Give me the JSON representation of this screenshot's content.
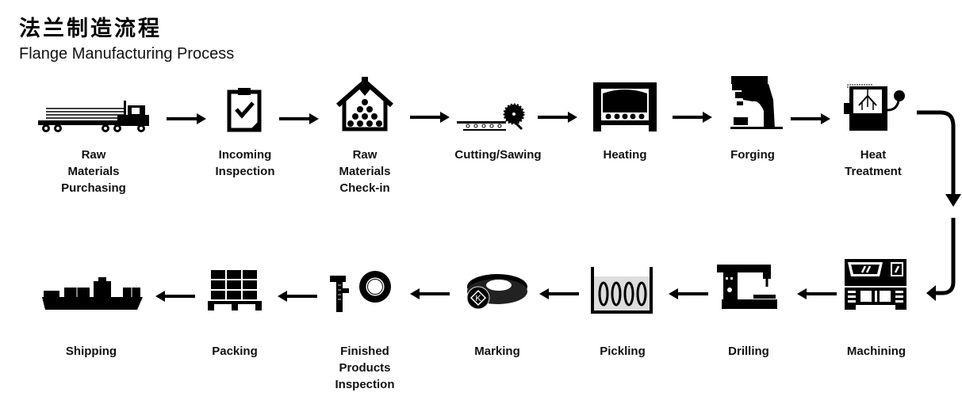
{
  "title_cn": "法兰制造流程",
  "title_en": "Flange Manufacturing  Process",
  "row1": [
    {
      "label": "Raw\nMaterials\nPurchasing",
      "icon": "truck-icon"
    },
    {
      "label": "Incoming\nInspection",
      "icon": "clipboard-check-icon"
    },
    {
      "label": "Raw\nMaterials\nCheck-in",
      "icon": "warehouse-icon"
    },
    {
      "label": "Cutting/Sawing",
      "icon": "saw-icon"
    },
    {
      "label": "Heating",
      "icon": "furnace-icon"
    },
    {
      "label": "Forging",
      "icon": "forging-press-icon"
    },
    {
      "label": "Heat\nTreatment",
      "icon": "heat-treatment-furnace-icon"
    }
  ],
  "row2": [
    {
      "label": "Shipping",
      "icon": "cargo-ship-icon"
    },
    {
      "label": "Packing",
      "icon": "pallet-icon"
    },
    {
      "label": "Finished\nProducts\nInspection",
      "icon": "caliper-flange-icon"
    },
    {
      "label": "Marking",
      "icon": "flange-marking-icon"
    },
    {
      "label": "Pickling",
      "icon": "pickling-tank-icon"
    },
    {
      "label": "Drilling",
      "icon": "drill-press-icon"
    },
    {
      "label": "Machining",
      "icon": "cnc-machine-icon"
    }
  ]
}
